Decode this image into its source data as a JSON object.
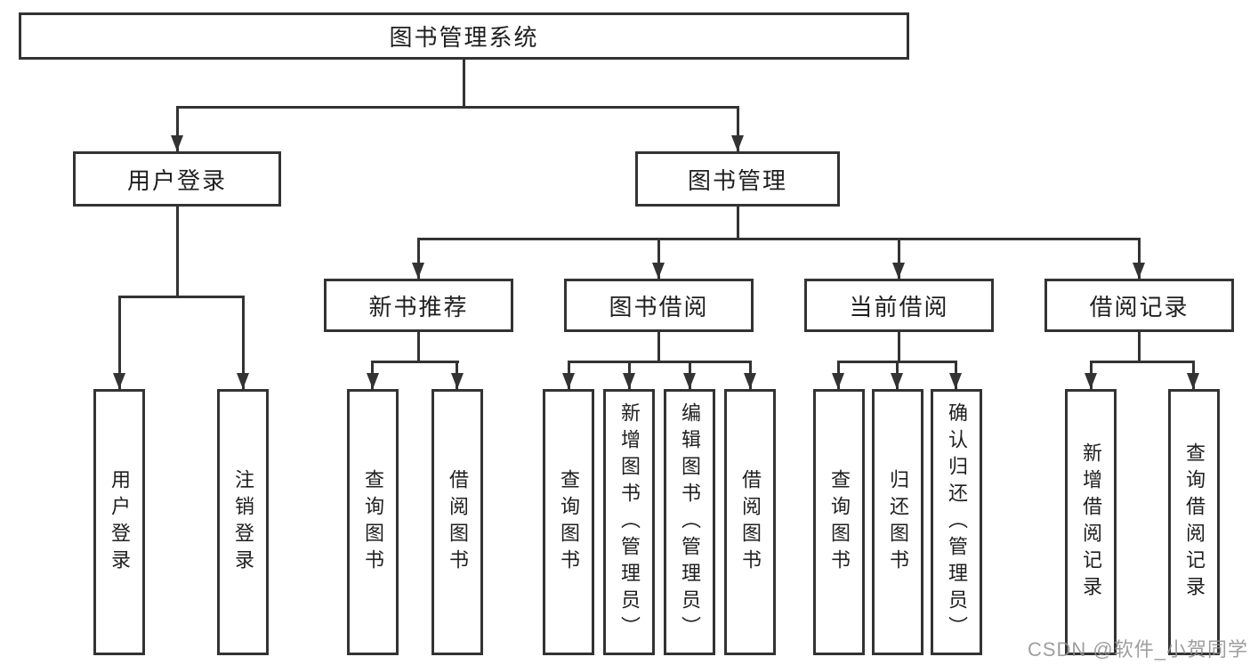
{
  "tree": {
    "root": {
      "label": "图书管理系统"
    },
    "branches": [
      {
        "label": "用户登录",
        "leaves": [
          "用户登录",
          "注销登录"
        ]
      },
      {
        "label": "图书管理",
        "groups": [
          {
            "label": "新书推荐",
            "leaves": [
              "查询图书",
              "借阅图书"
            ]
          },
          {
            "label": "图书借阅",
            "leaves": [
              "查询图书",
              "新增图书（管理员）",
              "编辑图书（管理员）",
              "借阅图书"
            ]
          },
          {
            "label": "当前借阅",
            "leaves": [
              "查询图书",
              "归还图书",
              "确认归还（管理员）"
            ]
          },
          {
            "label": "借阅记录",
            "leaves": [
              "新增借阅记录",
              "查询借阅记录"
            ]
          }
        ]
      }
    ]
  },
  "watermark": "CSDN @软件_小贺同学",
  "colors": {
    "line": "#333333",
    "text": "#1f1f1f",
    "watermark": "#919191",
    "background": "#ffffff"
  }
}
